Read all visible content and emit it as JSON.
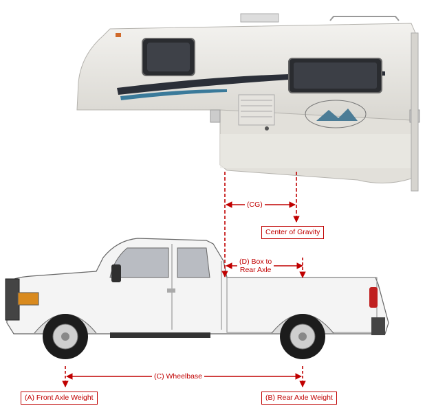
{
  "labels": {
    "cg": "(CG)",
    "center_of_gravity": "Center of Gravity",
    "box_to_rear_axle": "(D) Box to\nRear Axle",
    "wheelbase": "(C) Wheelbase",
    "front_axle_weight": "(A) Front Axle Weight",
    "rear_axle_weight": "(B) Rear Axle Weight"
  },
  "colors": {
    "dimension_red": "#c00000",
    "camper_body": "#e9e7e2",
    "truck_body": "#f4f4f4",
    "stripe": "#2b2f38"
  }
}
